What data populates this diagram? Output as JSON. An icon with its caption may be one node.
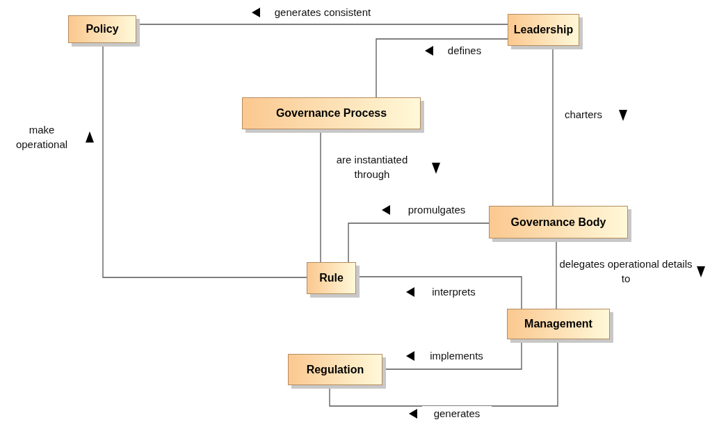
{
  "diagram": {
    "nodes": [
      {
        "text": [
          "Policy"
        ]
      },
      {
        "text": [
          "Leadership"
        ]
      },
      {
        "text": [
          "Governance Process"
        ]
      },
      {
        "text": [
          "Governance Body"
        ]
      },
      {
        "text": [
          "Rule"
        ]
      },
      {
        "text": [
          "Management"
        ]
      },
      {
        "text": [
          "Regulation"
        ]
      }
    ],
    "edges": [
      {
        "from": 0,
        "to": 1,
        "arrow": "none",
        "label": "generates consistent"
      },
      {
        "from": 2,
        "to": 1,
        "arrow": "none",
        "label": "defines"
      },
      {
        "from": 1,
        "to": 3,
        "arrow": "none",
        "label": "charters"
      },
      {
        "from": 0,
        "to": 4,
        "arrow": "none",
        "label": "make operational"
      },
      {
        "from": 2,
        "to": 4,
        "arrow": "none",
        "label": "are instantiated through"
      },
      {
        "from": 3,
        "to": 4,
        "arrow": "none",
        "label": "promulgates"
      },
      {
        "from": 4,
        "to": 5,
        "arrow": "none",
        "label": "interprets"
      },
      {
        "from": 3,
        "to": 5,
        "arrow": "none",
        "label": "delegates operational details to"
      },
      {
        "from": 5,
        "to": 6,
        "arrow": "none",
        "label": "implements"
      },
      {
        "from": 6,
        "to": 5,
        "arrow": "none",
        "label": "generates"
      }
    ]
  }
}
